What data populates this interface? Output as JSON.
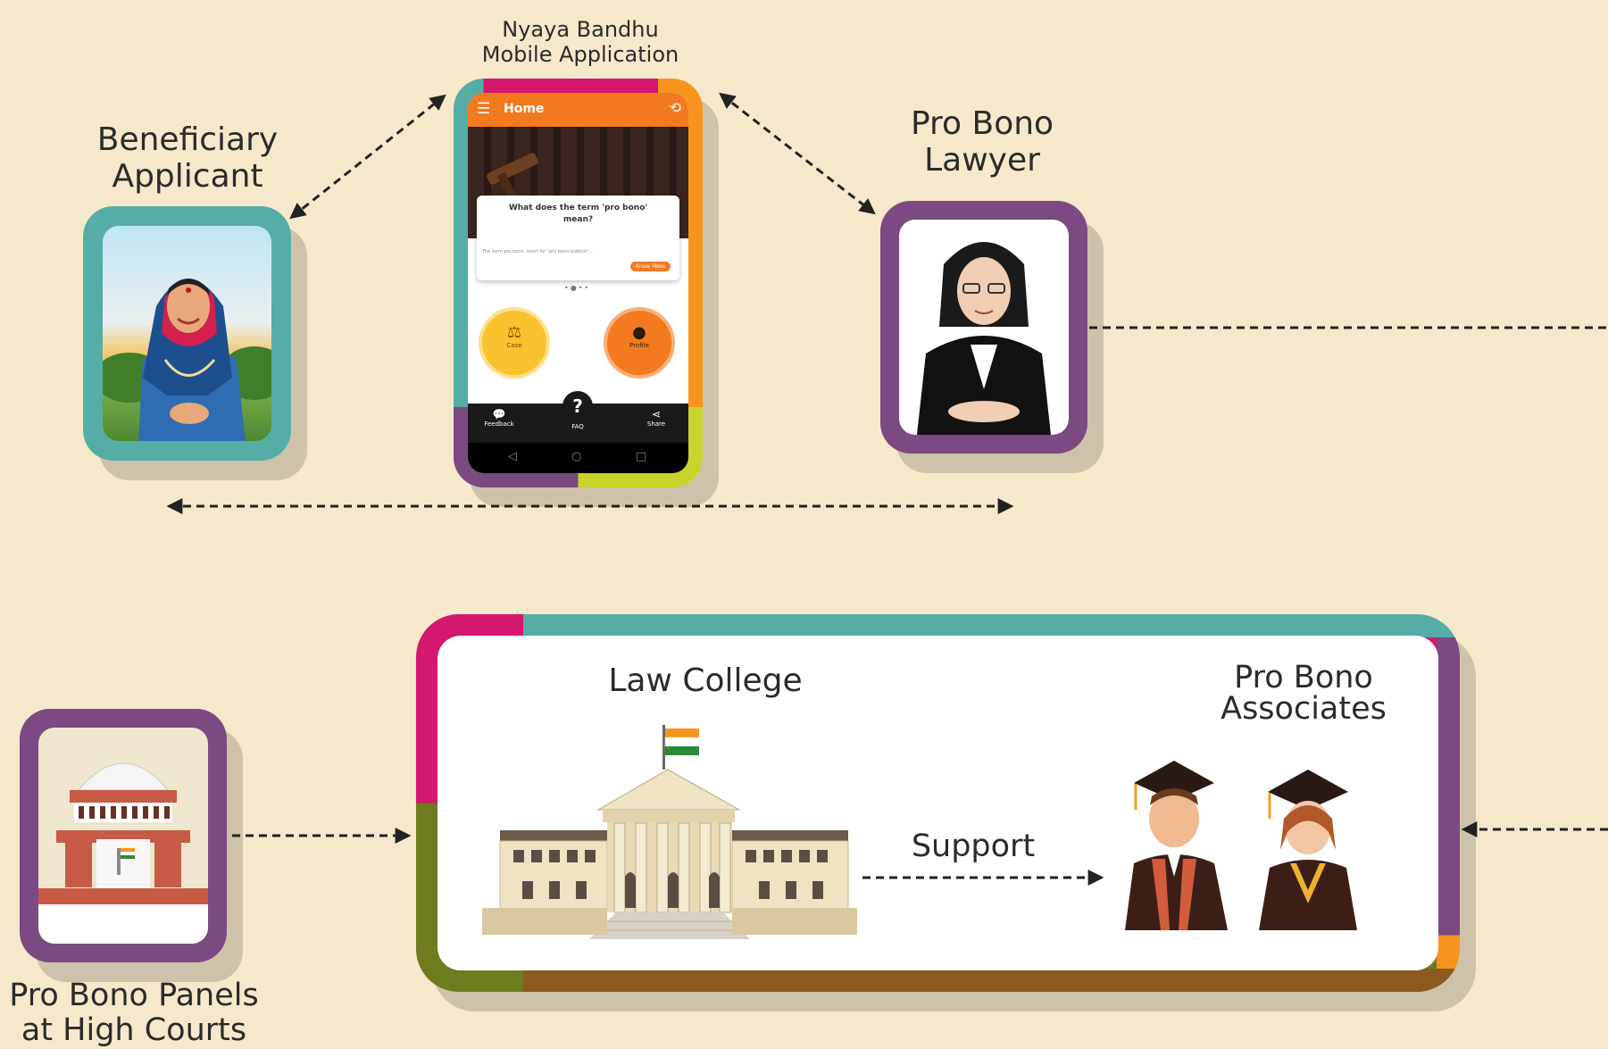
{
  "labels": {
    "app_title_line1": "Nyaya Bandhu",
    "app_title_line2": "Mobile Application",
    "beneficiary_line1": "Beneficiary",
    "beneficiary_line2": "Applicant",
    "lawyer_line1": "Pro Bono",
    "lawyer_line2": "Lawyer",
    "law_college": "Law College",
    "associates_line1": "Pro Bono",
    "associates_line2": "Associates",
    "support": "Support",
    "panels_line1": "Pro Bono Panels",
    "panels_line2": "at High Courts"
  },
  "phone": {
    "header_title": "Home",
    "card_question": "What does the term 'pro bono' mean?",
    "card_snippet": "The term pro bono, short for \"pro bono publico\"...",
    "know_more": "Know More",
    "case_button": "Case",
    "profile_button": "Profile",
    "nav": {
      "feedback": "Feedback",
      "faq": "FAQ",
      "share": "Share"
    }
  },
  "colors": {
    "background": "#f6e9cb",
    "teal": "#56ada5",
    "purple": "#7b4a82",
    "magenta": "#d4186e",
    "orange": "#f7941d",
    "lime": "#c7d52b",
    "olive": "#6e7b1e",
    "brown": "#8b5a1e",
    "dark_teal": "#3f8c86"
  }
}
